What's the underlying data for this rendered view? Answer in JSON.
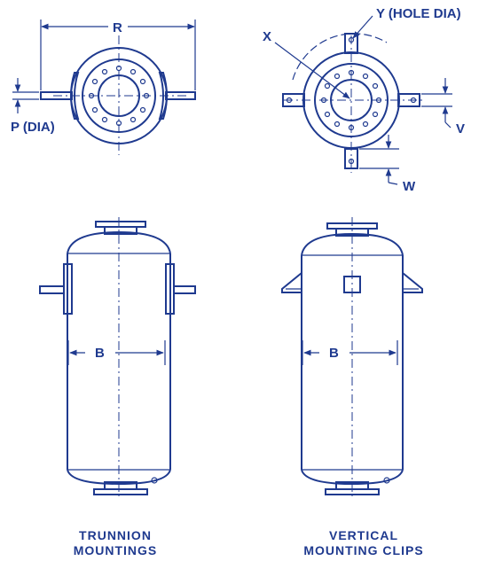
{
  "labels": {
    "r": "R",
    "p": "P (DIA)",
    "x": "X",
    "y": "Y (HOLE DIA)",
    "v": "V",
    "w": "W",
    "b_left": "B",
    "b_right": "B"
  },
  "captions": {
    "left_line1": "TRUNNION",
    "left_line2": "MOUNTINGS",
    "right_line1": "VERTICAL",
    "right_line2": "MOUNTING CLIPS"
  },
  "colors": {
    "ink": "#1f3a8f",
    "background": "#ffffff"
  }
}
